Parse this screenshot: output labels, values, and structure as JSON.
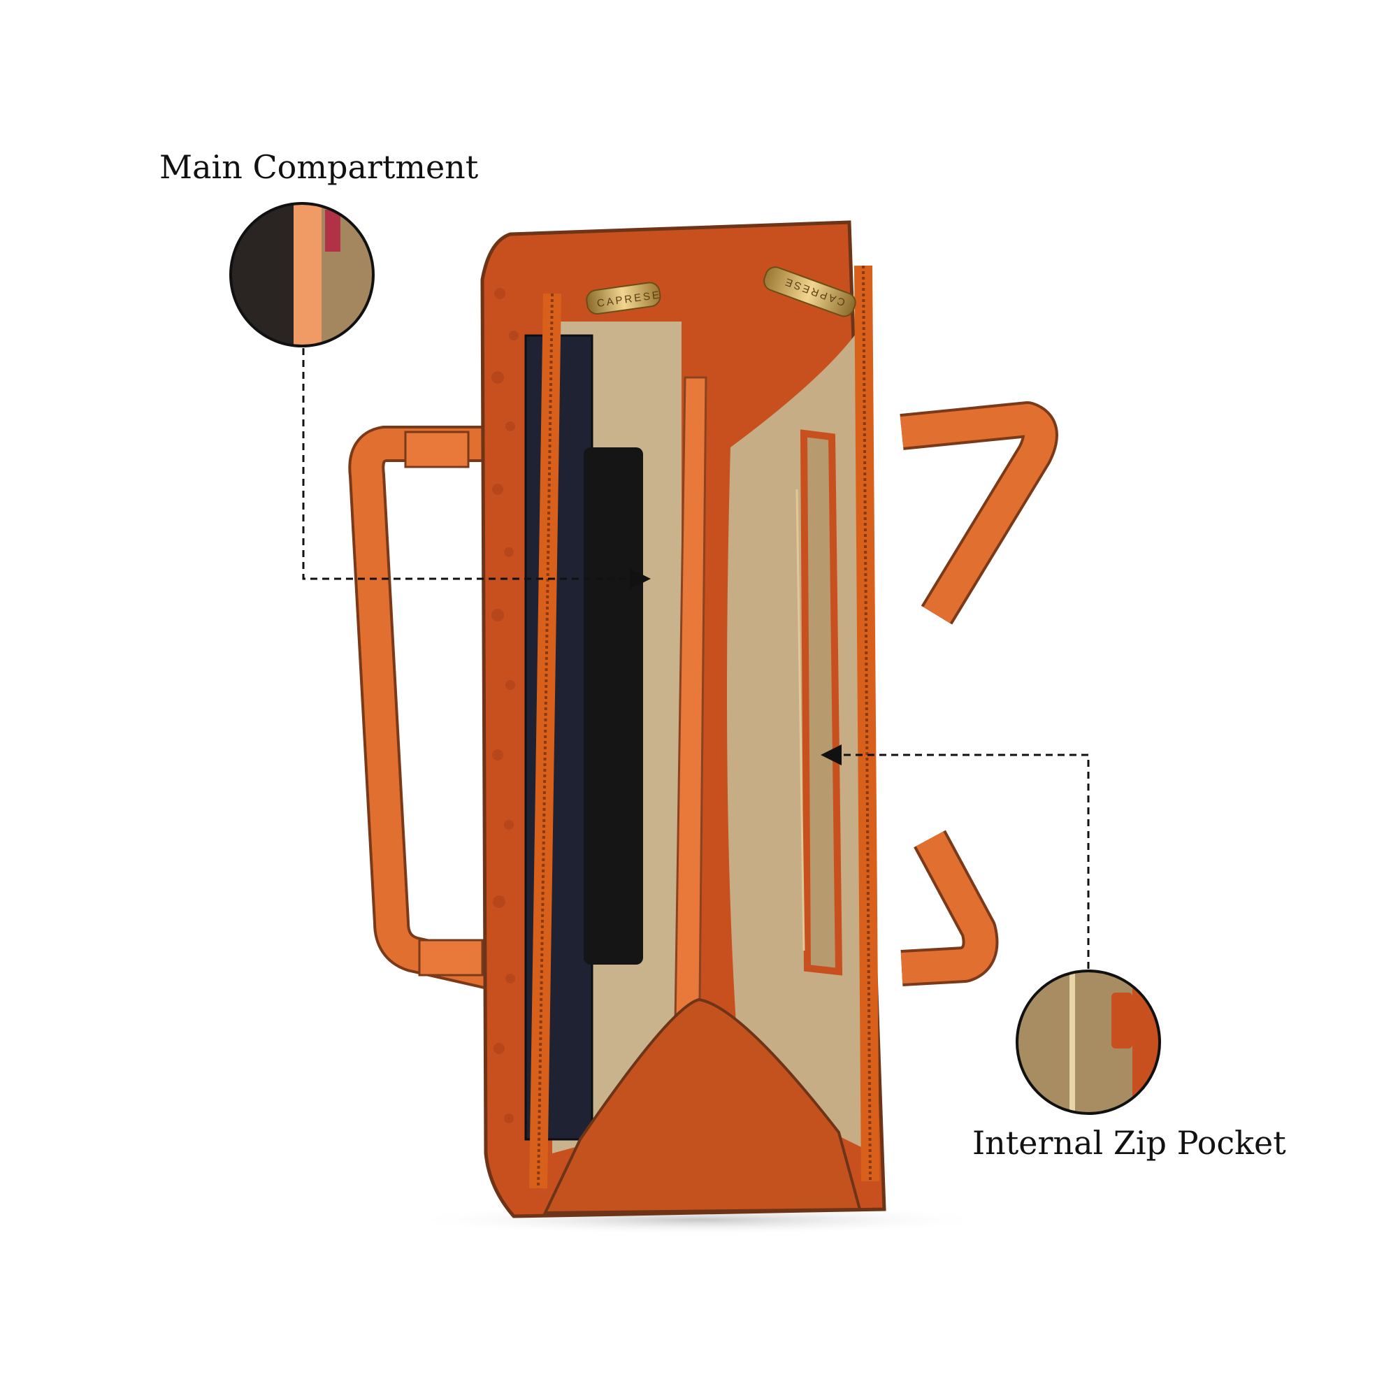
{
  "callouts": {
    "main_compartment": "Main Compartment",
    "internal_zip_pocket": "Internal Zip Pocket"
  },
  "product": {
    "brand_on_zip_pulls": "CAPRESE"
  },
  "colors": {
    "leather": "#c8501f",
    "strap": "#e8793a",
    "lining": "#c9b38c",
    "zipper": "#d9601a",
    "hardware": "#d6b061",
    "laptop": "#1e2233"
  }
}
